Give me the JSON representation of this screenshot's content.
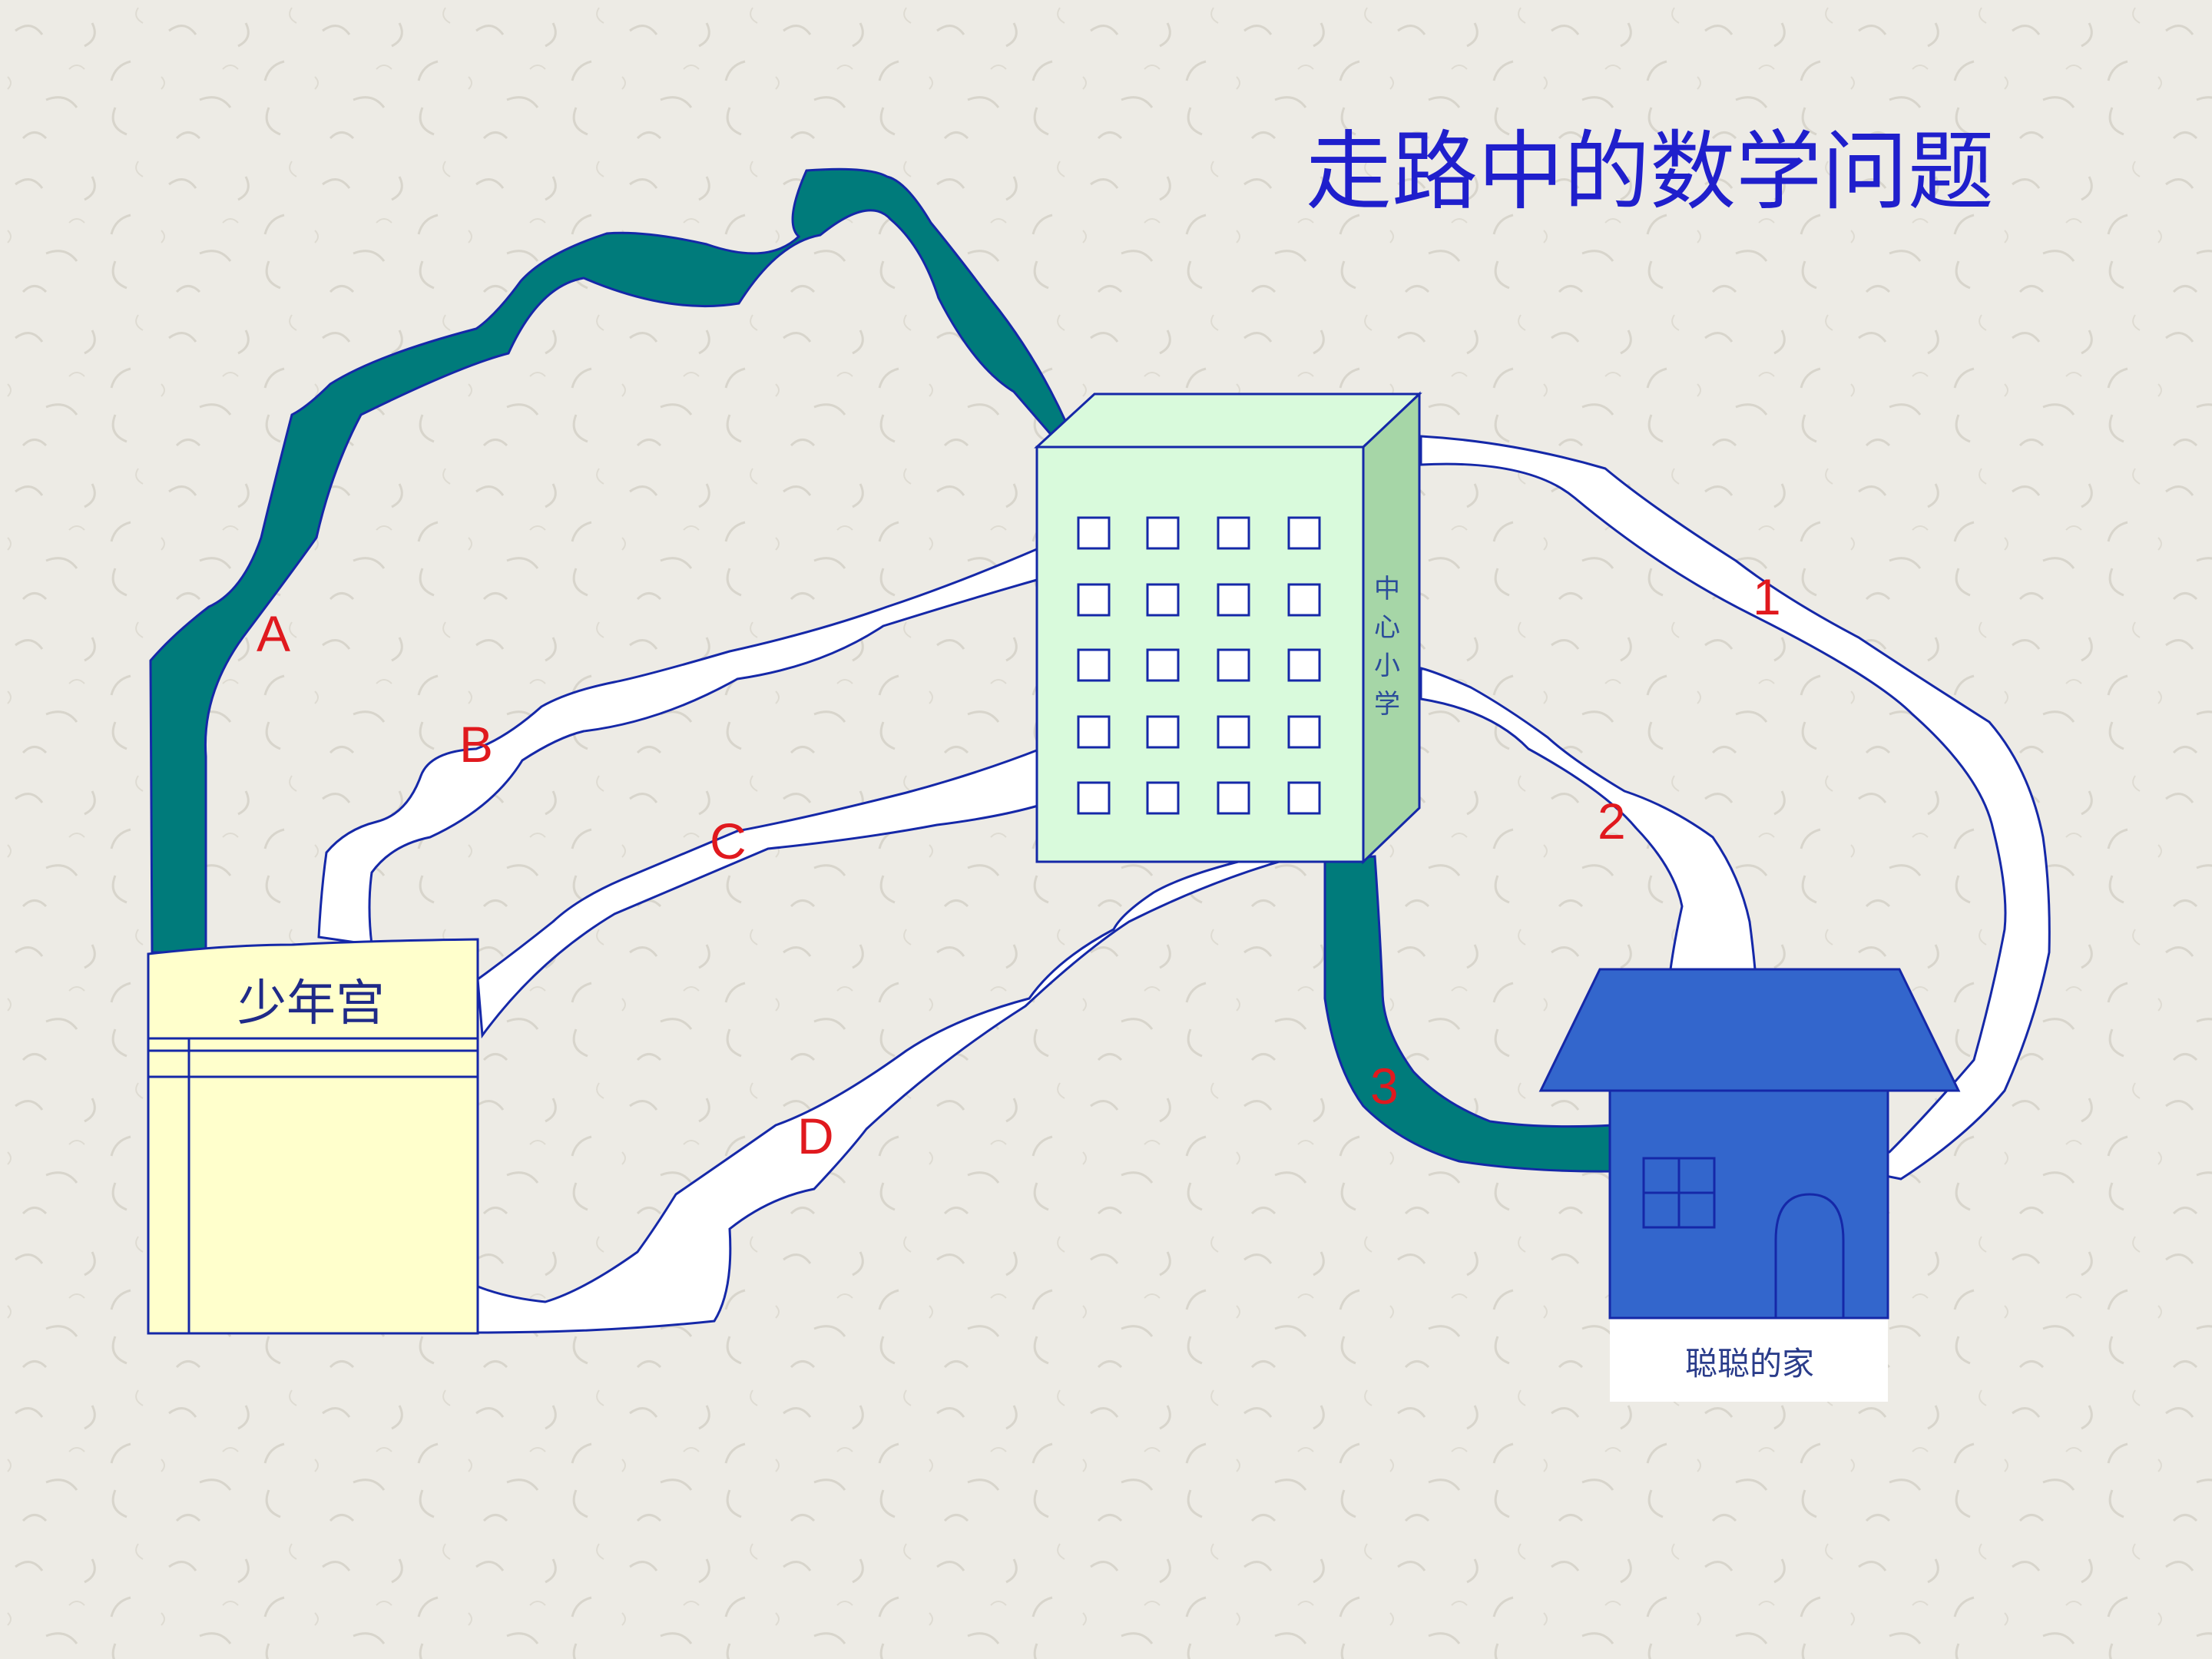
{
  "title": "走路中的数学问题",
  "buildings": {
    "youth_palace": {
      "label": "少年宫"
    },
    "school": {
      "label_chars": [
        "中",
        "心",
        "小",
        "学"
      ]
    },
    "home": {
      "label": "聪聪的家"
    }
  },
  "routes": {
    "A": "A",
    "B": "B",
    "C": "C",
    "D": "D",
    "r1": "1",
    "r2": "2",
    "r3": "3"
  },
  "colors": {
    "highlight_path": "#007b7b",
    "plain_path": "#ffffff",
    "path_outline": "#1528a8",
    "label_red": "#e0191e",
    "title_blue": "#1f1fcc",
    "school_face": "#d9fadc",
    "school_side": "#a6d6a7",
    "youth_palace_fill": "#ffffcc",
    "house_blue": "#3366cc"
  }
}
